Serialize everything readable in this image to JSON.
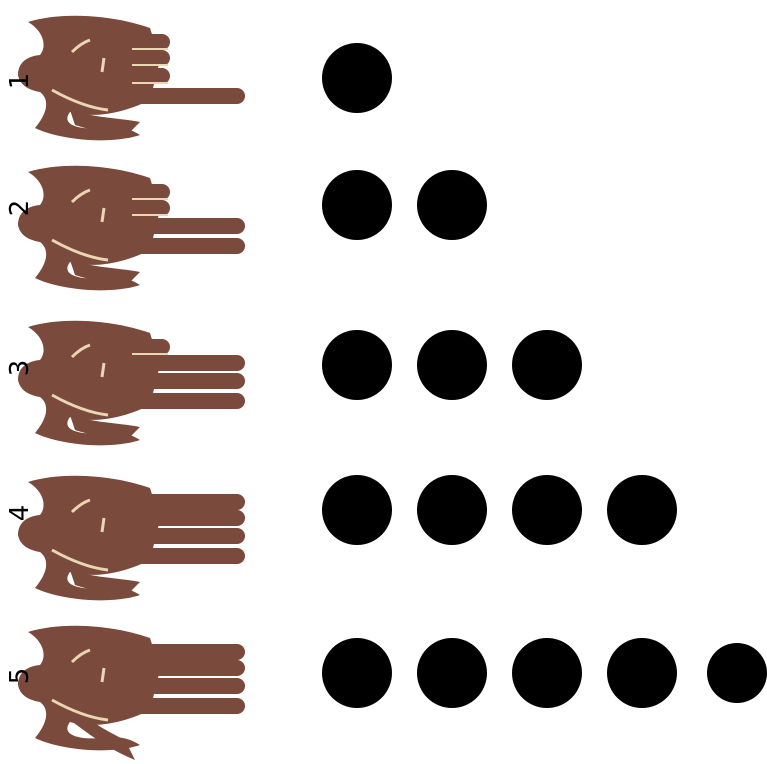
{
  "rows": [
    {
      "label": "1",
      "count": 1,
      "extended_fingers": 1
    },
    {
      "label": "2",
      "count": 2,
      "extended_fingers": 2
    },
    {
      "label": "3",
      "count": 3,
      "extended_fingers": 3
    },
    {
      "label": "4",
      "count": 4,
      "extended_fingers": 4
    },
    {
      "label": "5",
      "count": 5,
      "extended_fingers": 5
    }
  ],
  "colors": {
    "hand": "#7a4a3c",
    "hand_line": "#e9d6b3",
    "dot": "#000000",
    "background": "#ffffff"
  }
}
